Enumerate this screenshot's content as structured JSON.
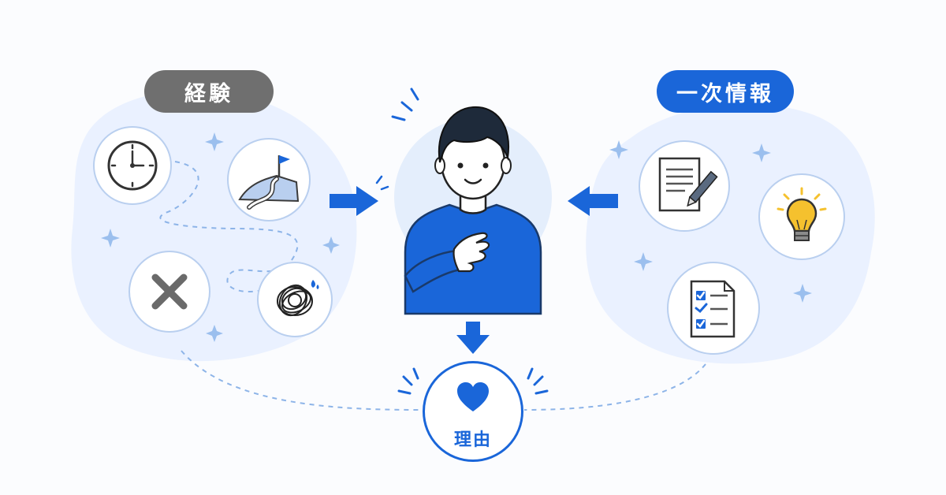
{
  "labels": {
    "experience": "経験",
    "primary_info": "一次情報",
    "reason": "理由"
  },
  "colors": {
    "accent_blue": "#1a66d9",
    "gray_pill": "#6f6f6f",
    "light_blob": "#e6efff",
    "bulb_yellow": "#f5c12e"
  },
  "icons": {
    "experience": [
      "clock-icon",
      "mountain-path-flag-icon",
      "x-mark-icon",
      "tangled-scribble-icon"
    ],
    "primary_info": [
      "document-pen-icon",
      "lightbulb-icon",
      "checklist-icon"
    ],
    "center": "person-hand-on-chest",
    "result": "heart-icon"
  }
}
